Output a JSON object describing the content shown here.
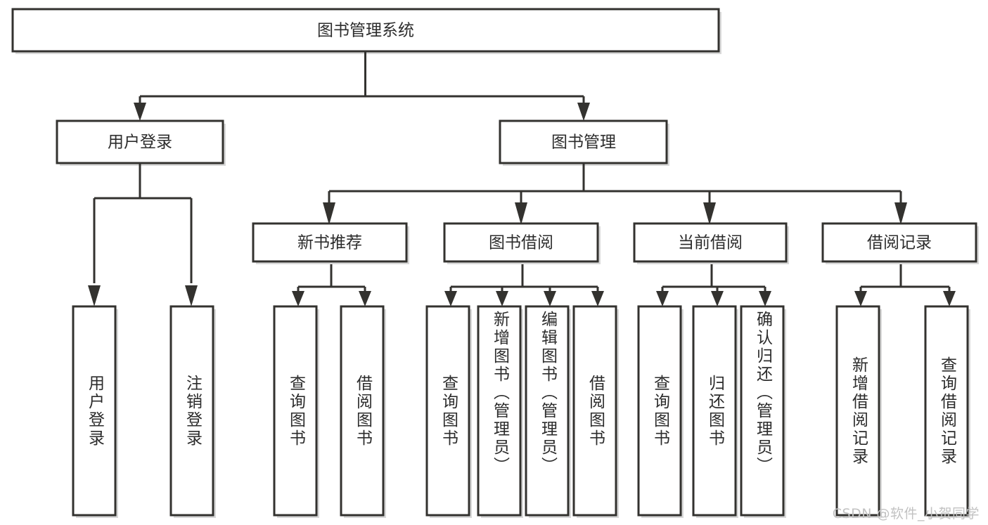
{
  "diagram": {
    "title": "图书管理系统",
    "type": "hierarchy-tree",
    "root": {
      "id": "root",
      "label": "图书管理系统"
    },
    "level2": [
      {
        "id": "user-login",
        "label": "用户登录"
      },
      {
        "id": "book-manage",
        "label": "图书管理"
      }
    ],
    "level3": [
      {
        "id": "new-book-rec",
        "label": "新书推荐",
        "parent": "book-manage"
      },
      {
        "id": "book-borrow",
        "label": "图书借阅",
        "parent": "book-manage"
      },
      {
        "id": "current-borrow",
        "label": "当前借阅",
        "parent": "book-manage"
      },
      {
        "id": "borrow-record",
        "label": "借阅记录",
        "parent": "book-manage"
      }
    ],
    "leaves": [
      {
        "id": "leaf-user-login",
        "label": "用户登录",
        "parent": "user-login"
      },
      {
        "id": "leaf-logout-login",
        "label": "注销登录",
        "parent": "user-login"
      },
      {
        "id": "leaf-query-book-1",
        "label": "查询图书",
        "parent": "new-book-rec"
      },
      {
        "id": "leaf-borrow-book-1",
        "label": "借阅图书",
        "parent": "new-book-rec"
      },
      {
        "id": "leaf-query-book-2",
        "label": "查询图书",
        "parent": "book-borrow"
      },
      {
        "id": "leaf-add-book",
        "label": "新增图书（管理员）",
        "parent": "book-borrow"
      },
      {
        "id": "leaf-edit-book",
        "label": "编辑图书（管理员）",
        "parent": "book-borrow"
      },
      {
        "id": "leaf-borrow-book-2",
        "label": "借阅图书",
        "parent": "book-borrow"
      },
      {
        "id": "leaf-query-book-3",
        "label": "查询图书",
        "parent": "current-borrow"
      },
      {
        "id": "leaf-return-book",
        "label": "归还图书",
        "parent": "current-borrow"
      },
      {
        "id": "leaf-confirm-return",
        "label": "确认归还（管理员）",
        "parent": "current-borrow"
      },
      {
        "id": "leaf-add-record",
        "label": "新增借阅记录",
        "parent": "borrow-record"
      },
      {
        "id": "leaf-query-record",
        "label": "查询借阅记录",
        "parent": "borrow-record"
      }
    ],
    "colors": {
      "stroke": "#33322f",
      "fill": "#ffffff",
      "text": "#2c2c2c",
      "shadow": "#b9b9b9",
      "watermark": "#c2c2c2"
    }
  },
  "watermark": {
    "text": "CSDN @软件_小贺同学"
  }
}
